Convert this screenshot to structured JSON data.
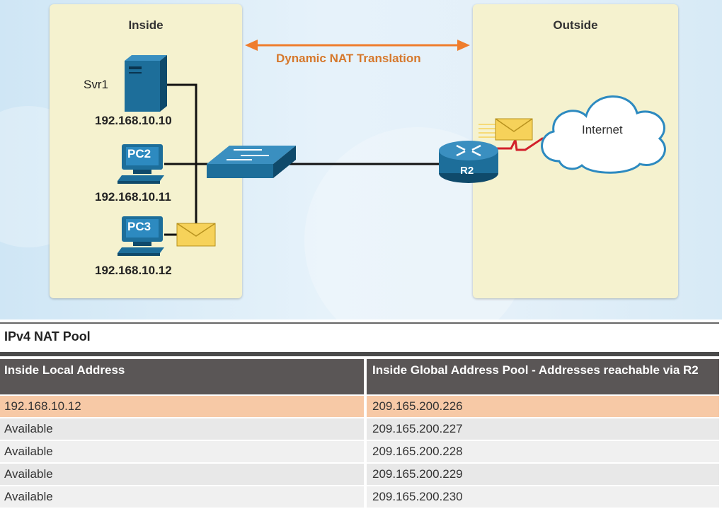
{
  "diagram": {
    "inside_title": "Inside",
    "outside_title": "Outside",
    "translation_label": "Dynamic NAT Translation",
    "devices": {
      "server": {
        "name": "Svr1",
        "ip": "192.168.10.10"
      },
      "pc2": {
        "name": "PC2",
        "ip": "192.168.10.11"
      },
      "pc3": {
        "name": "PC3",
        "ip": "192.168.10.12"
      },
      "router": {
        "name": "R2"
      },
      "cloud": {
        "name": "Internet"
      }
    },
    "colors": {
      "arrow": "#ef7d2d",
      "inside_zone": "#f5f2cf",
      "device_blue": "#1d6e9a",
      "serial_link": "#d2202b"
    }
  },
  "table": {
    "title": "IPv4 NAT Pool",
    "headers": [
      "Inside Local Address",
      "Inside Global Address Pool - Addresses reachable via R2"
    ],
    "rows": [
      [
        "192.168.10.12",
        "209.165.200.226"
      ],
      [
        "Available",
        "209.165.200.227"
      ],
      [
        "Available",
        "209.165.200.228"
      ],
      [
        "Available",
        "209.165.200.229"
      ],
      [
        "Available",
        "209.165.200.230"
      ]
    ]
  }
}
